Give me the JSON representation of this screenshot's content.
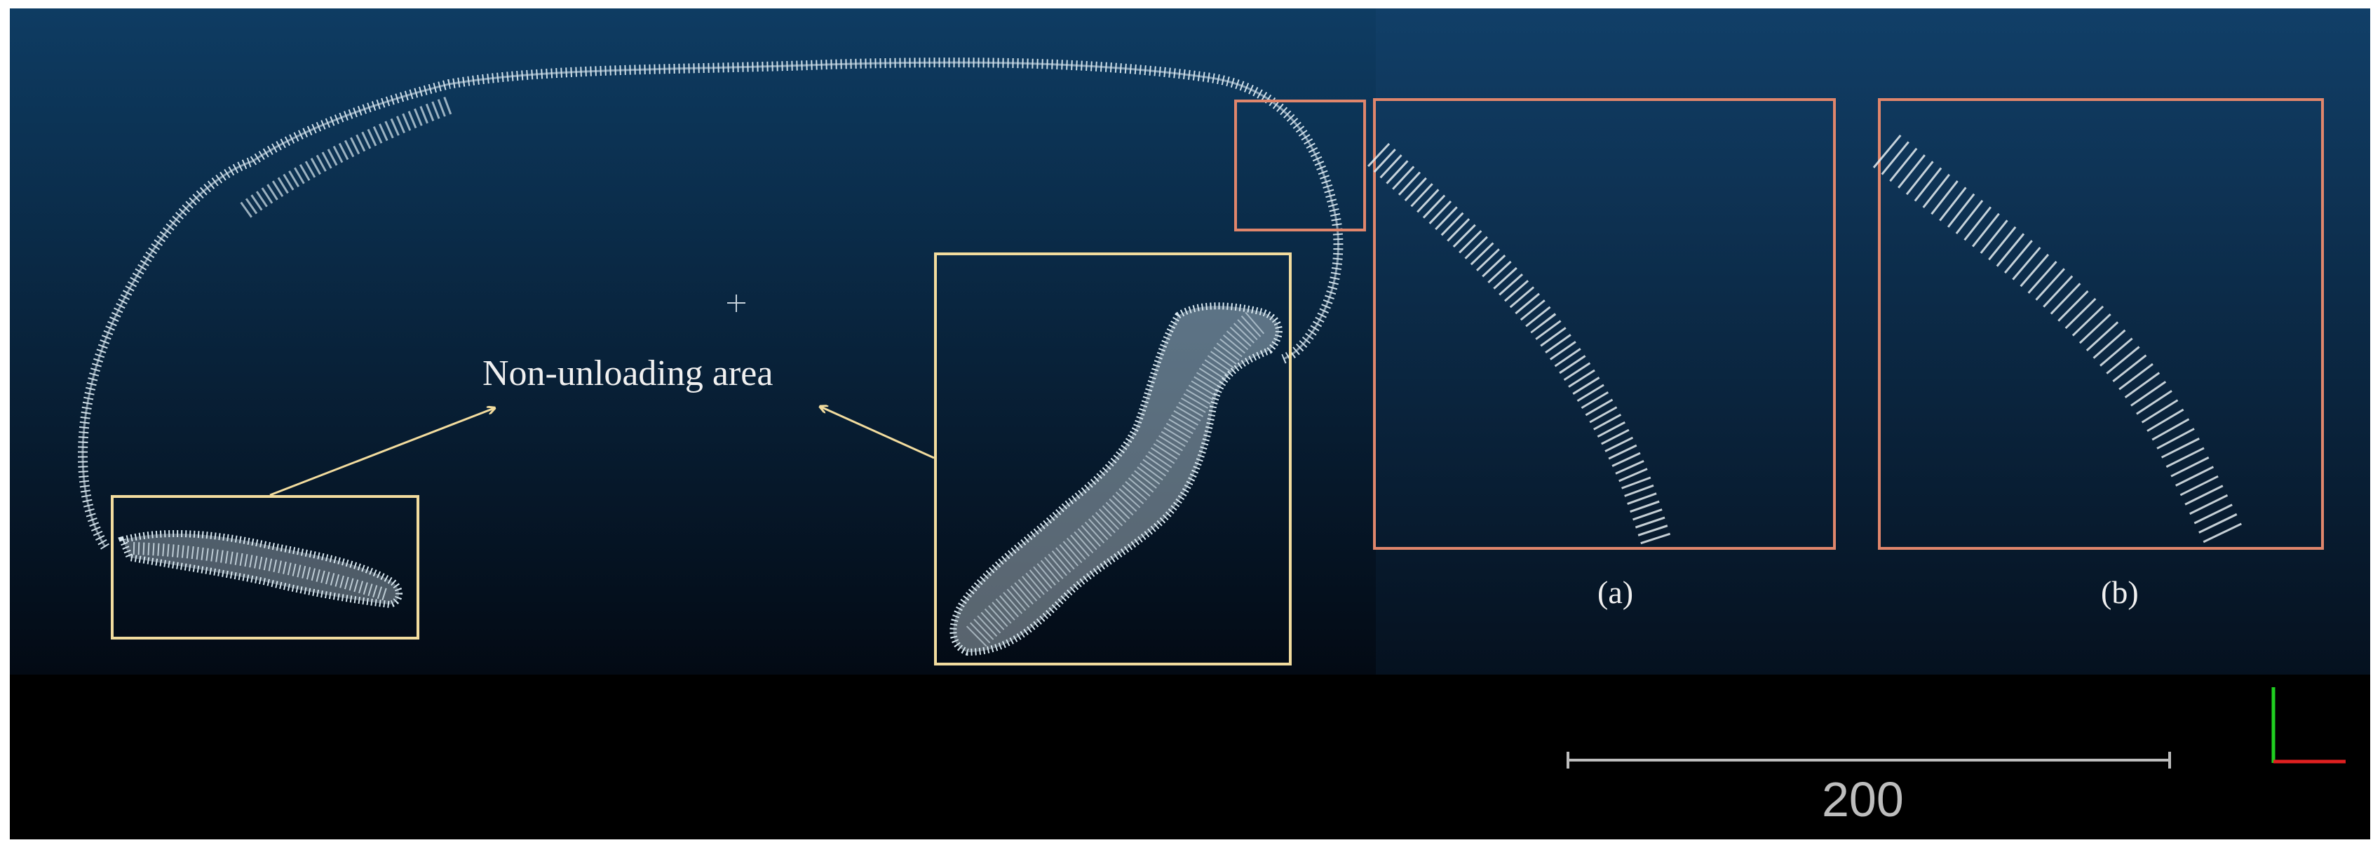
{
  "annotation": {
    "text": "Non-unloading area"
  },
  "panels": [
    {
      "label": "(a)"
    },
    {
      "label": "(b)"
    }
  ],
  "scale_bar": {
    "value": "200"
  },
  "colors": {
    "view_top": "#0e3c63",
    "view_bottom": "#030a14",
    "footer": "#000000",
    "points": "#d9e8f0",
    "yellow_box": "#f2dc9e",
    "orange_box": "#e0866c",
    "axis_y": "#20d020",
    "axis_x": "#e02020"
  },
  "icons": {
    "axis_gizmo": "axis-gizmo-icon",
    "center_marker": "crosshair-icon"
  }
}
